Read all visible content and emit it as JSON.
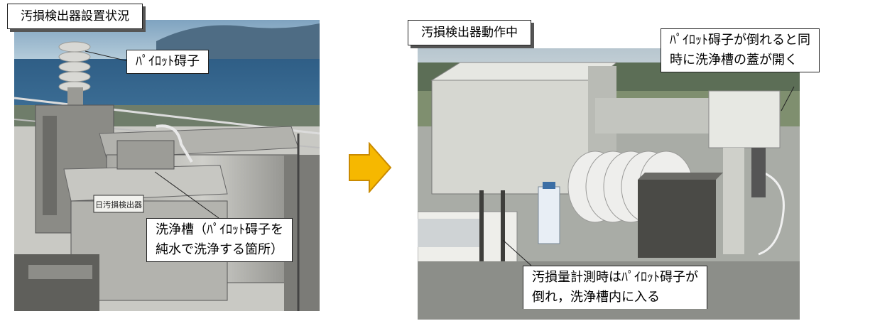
{
  "left": {
    "title": "汚損検出器設置状況",
    "callout_pilot": "ﾊﾟｲﾛｯﾄ碍子",
    "callout_tank_line1": "洗浄槽（ﾊﾟｲﾛｯﾄ碍子を",
    "callout_tank_line2": "純水で洗浄する箇所）",
    "nameplate": "日汚損検出器"
  },
  "right": {
    "title": "汚損検出器動作中",
    "callout_lid_line1": "ﾊﾟｲﾛｯﾄ碍子が倒れると同",
    "callout_lid_line2": "時に洗浄槽の蓋が開く",
    "callout_measure_line1": "汚損量計測時はﾊﾟｲﾛｯﾄ碍子が",
    "callout_measure_line2": "倒れ，洗浄槽内に入る"
  },
  "colors": {
    "arrow_fill": "#f6b800",
    "arrow_stroke": "#c98a00"
  },
  "icons": {
    "arrow": "right-arrow-icon"
  }
}
